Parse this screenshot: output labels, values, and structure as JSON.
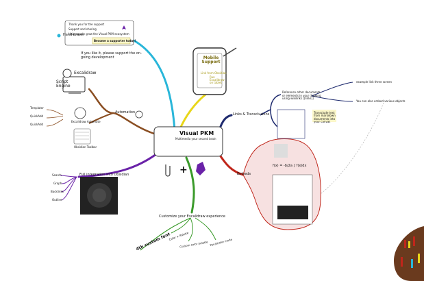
{
  "center": {
    "title": "Visual PKM",
    "subtitle": "Multimedia your second brain"
  },
  "top_card": {
    "items": [
      "Thank you for the support",
      "Support and sharing",
      "Help people grow the Visual PKM ecosystem"
    ],
    "cta": "Become a supporter today!"
  },
  "top_left_note": "Hand-drawn",
  "support_text": "If you like it, please support the on-going development",
  "mobile": {
    "title": "Mobile Support",
    "subtitle1": "Link from Obsidian",
    "subtitle2": "Run Excalidraw on tablet"
  },
  "script_engine": {
    "title": "Excalidraw",
    "label": "Script Engine"
  },
  "automation": {
    "label": "Automation",
    "left_items": [
      "Templater",
      "QuickAdd",
      "QuickAdd"
    ],
    "sub1": "Excalidraw Automate",
    "sub2": "Obsidian Toolbar"
  },
  "links": {
    "label": "Links & Transclusions",
    "note1": "Reference other documents or elements in your drawing using wikilinks [[links]]",
    "item1": "example link three screen",
    "item2": "You can also embed various objects",
    "sticky_title": "Transclude text from markdown documents into your canvas"
  },
  "embeds": {
    "label": "Embeds",
    "formula": "f(x) = -b/2a ∫ f(x)dx"
  },
  "obsidian": {
    "label": "Full integration into Obsidian",
    "items": [
      "Search",
      "Graph",
      "Backlinks",
      "Outline"
    ]
  },
  "custom": {
    "label": "Customize your Excalidraw experience",
    "font": "4th custom font",
    "items": [
      "Color + Palette",
      "Custom color palette",
      "Pen/stroke mode"
    ]
  },
  "colors": {
    "cyan": "#29b6d9",
    "yellow": "#e8d619",
    "navy": "#1e2a6e",
    "brown": "#8a4e22",
    "red": "#c0261b",
    "green": "#3a9a2a",
    "purple": "#6a22a8",
    "pink_fill": "#f7e1e1",
    "sticky": "#fbf7c9"
  },
  "icons": [
    "rocket-icon",
    "pencil-icon",
    "monitor-icon",
    "gear-icon",
    "hand-pointer-icon",
    "paperclip-icon",
    "plus-icon",
    "crystal-icon",
    "ink-drop-icon",
    "books-photo"
  ]
}
